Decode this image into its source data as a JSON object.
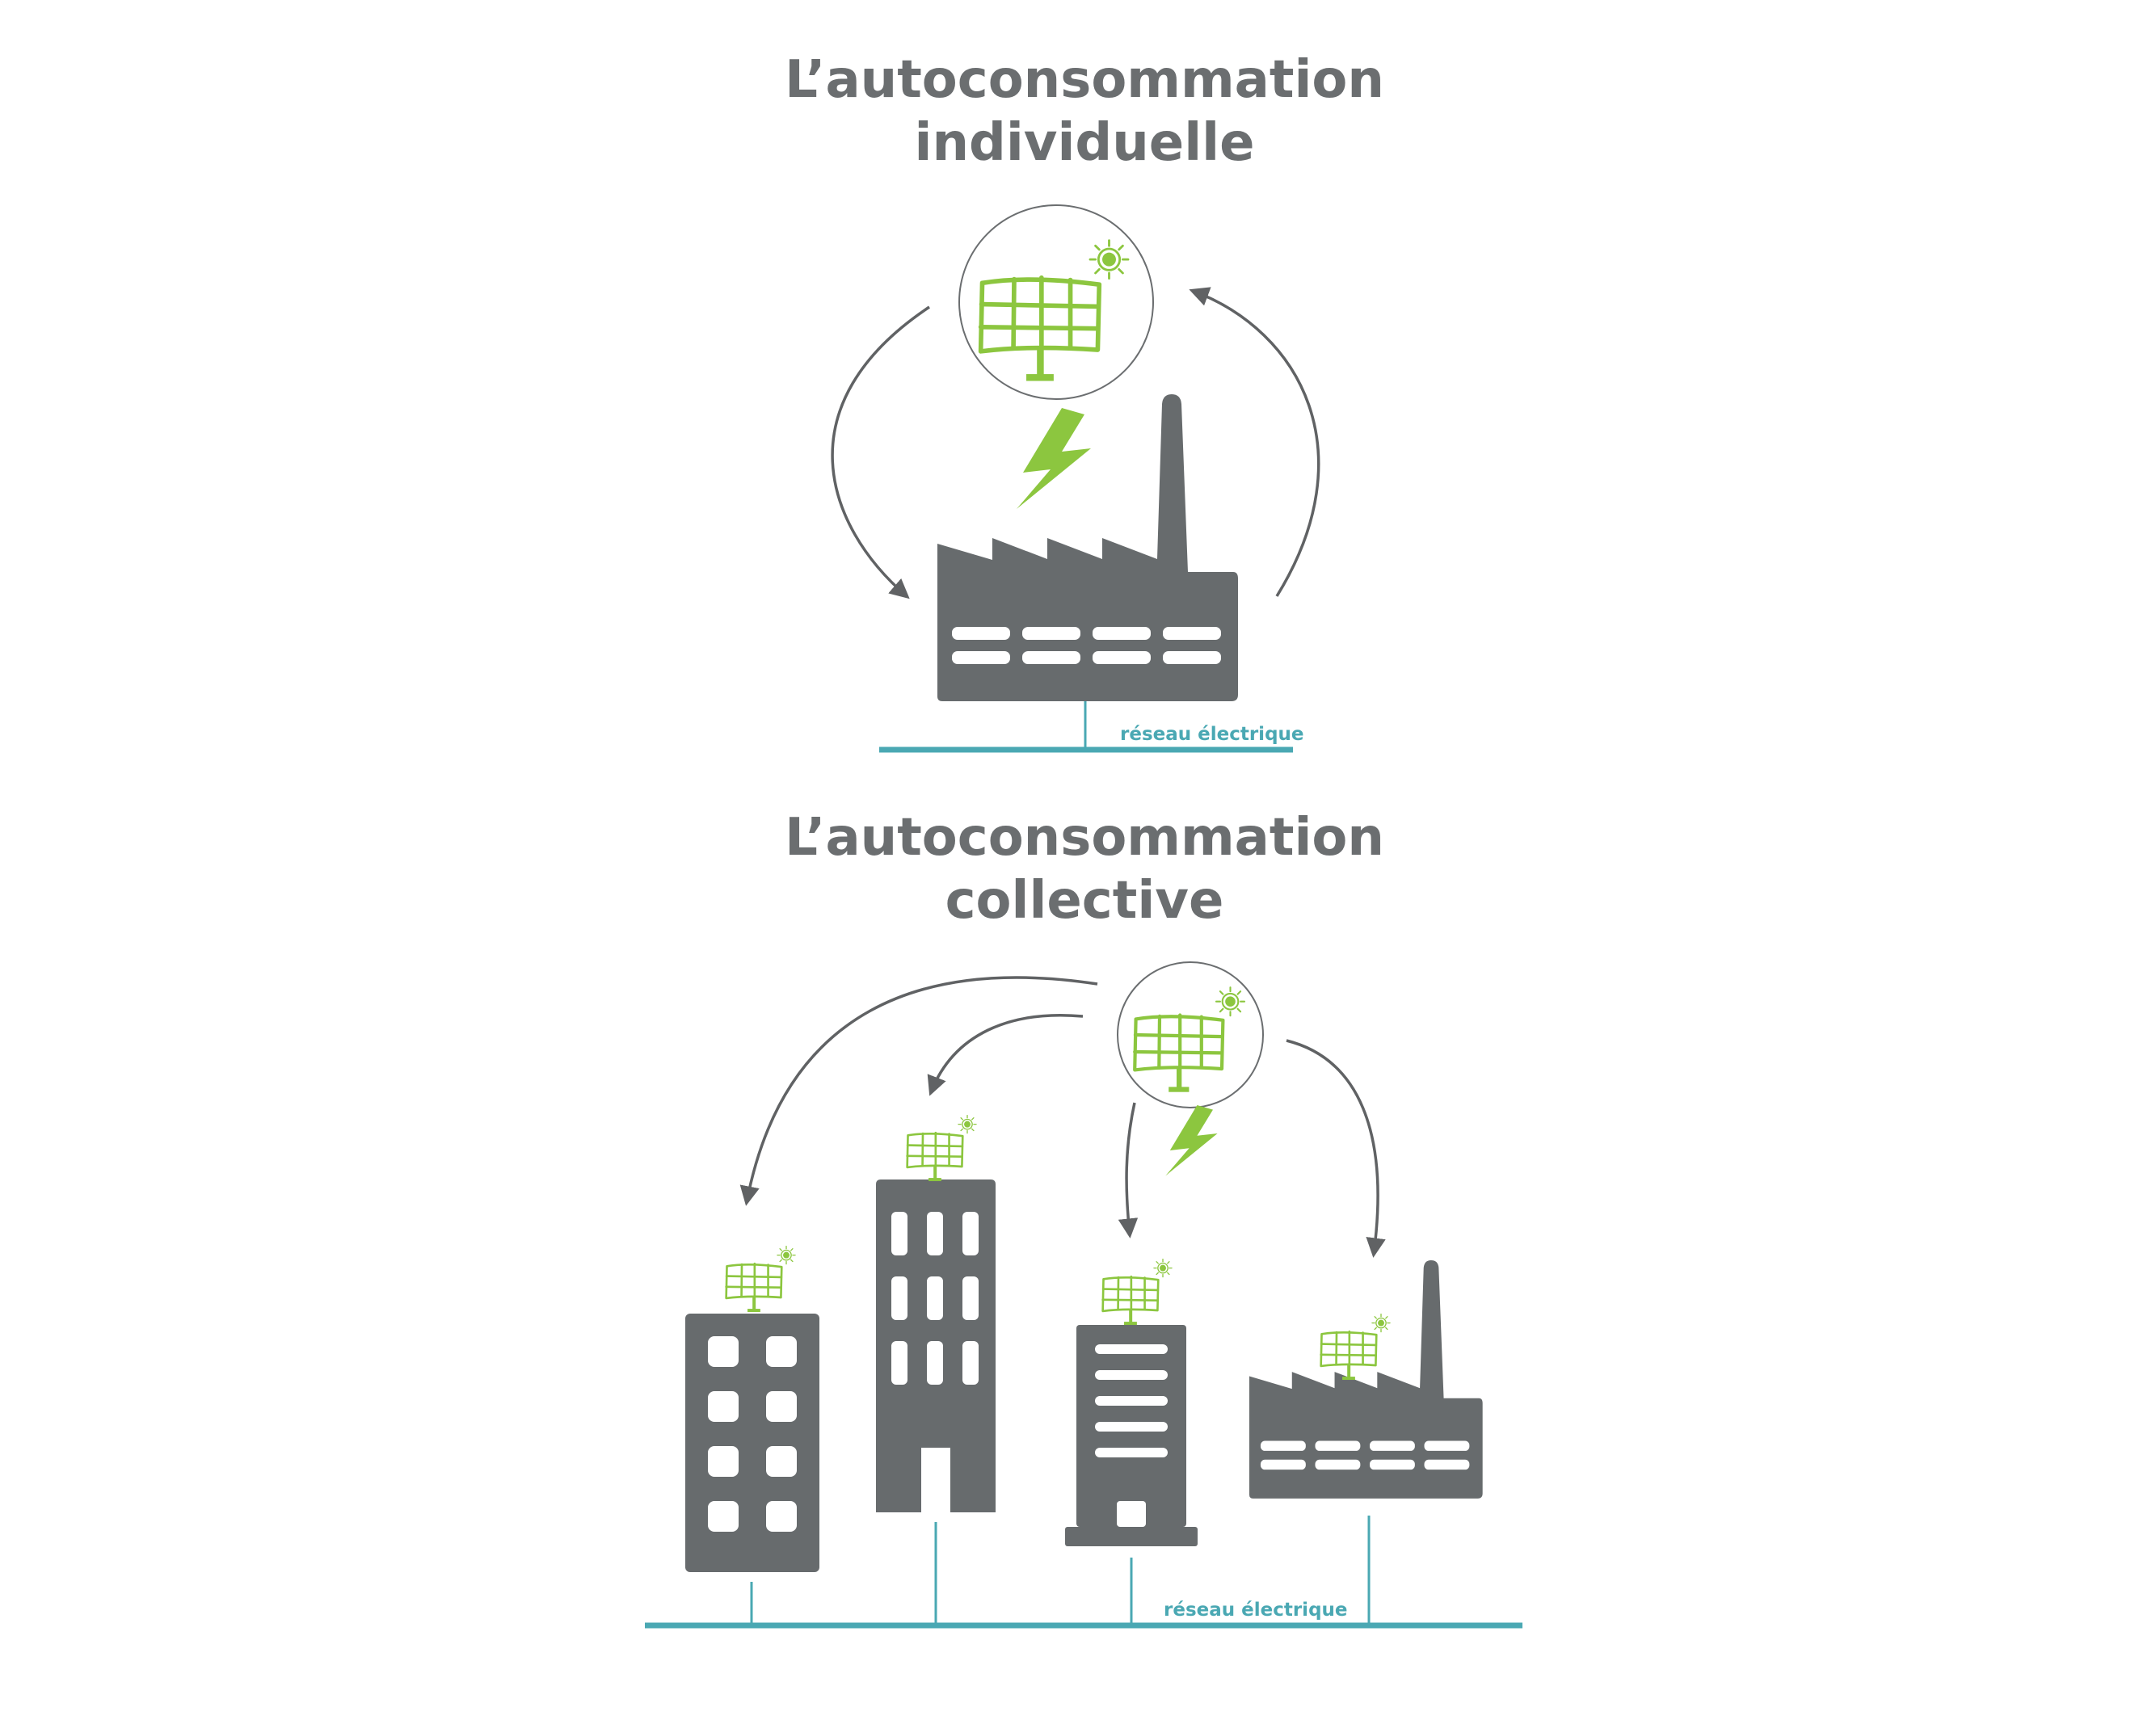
{
  "individual": {
    "title_line1": "L’autoconsommation",
    "title_line2": "individuelle",
    "grid_label": "réseau électrique"
  },
  "collective": {
    "title_line1": "L’autoconsommation",
    "title_line2": "collective",
    "grid_label": "réseau électrique"
  },
  "colors": {
    "building": "#676b6d",
    "solar": "#8cc63f",
    "grid": "#4aa8b3",
    "arrow": "#606264",
    "title": "#6b6e70"
  },
  "icons": [
    "solar-panel-icon",
    "sun-icon",
    "lightning-icon",
    "factory-icon",
    "building-icon"
  ]
}
